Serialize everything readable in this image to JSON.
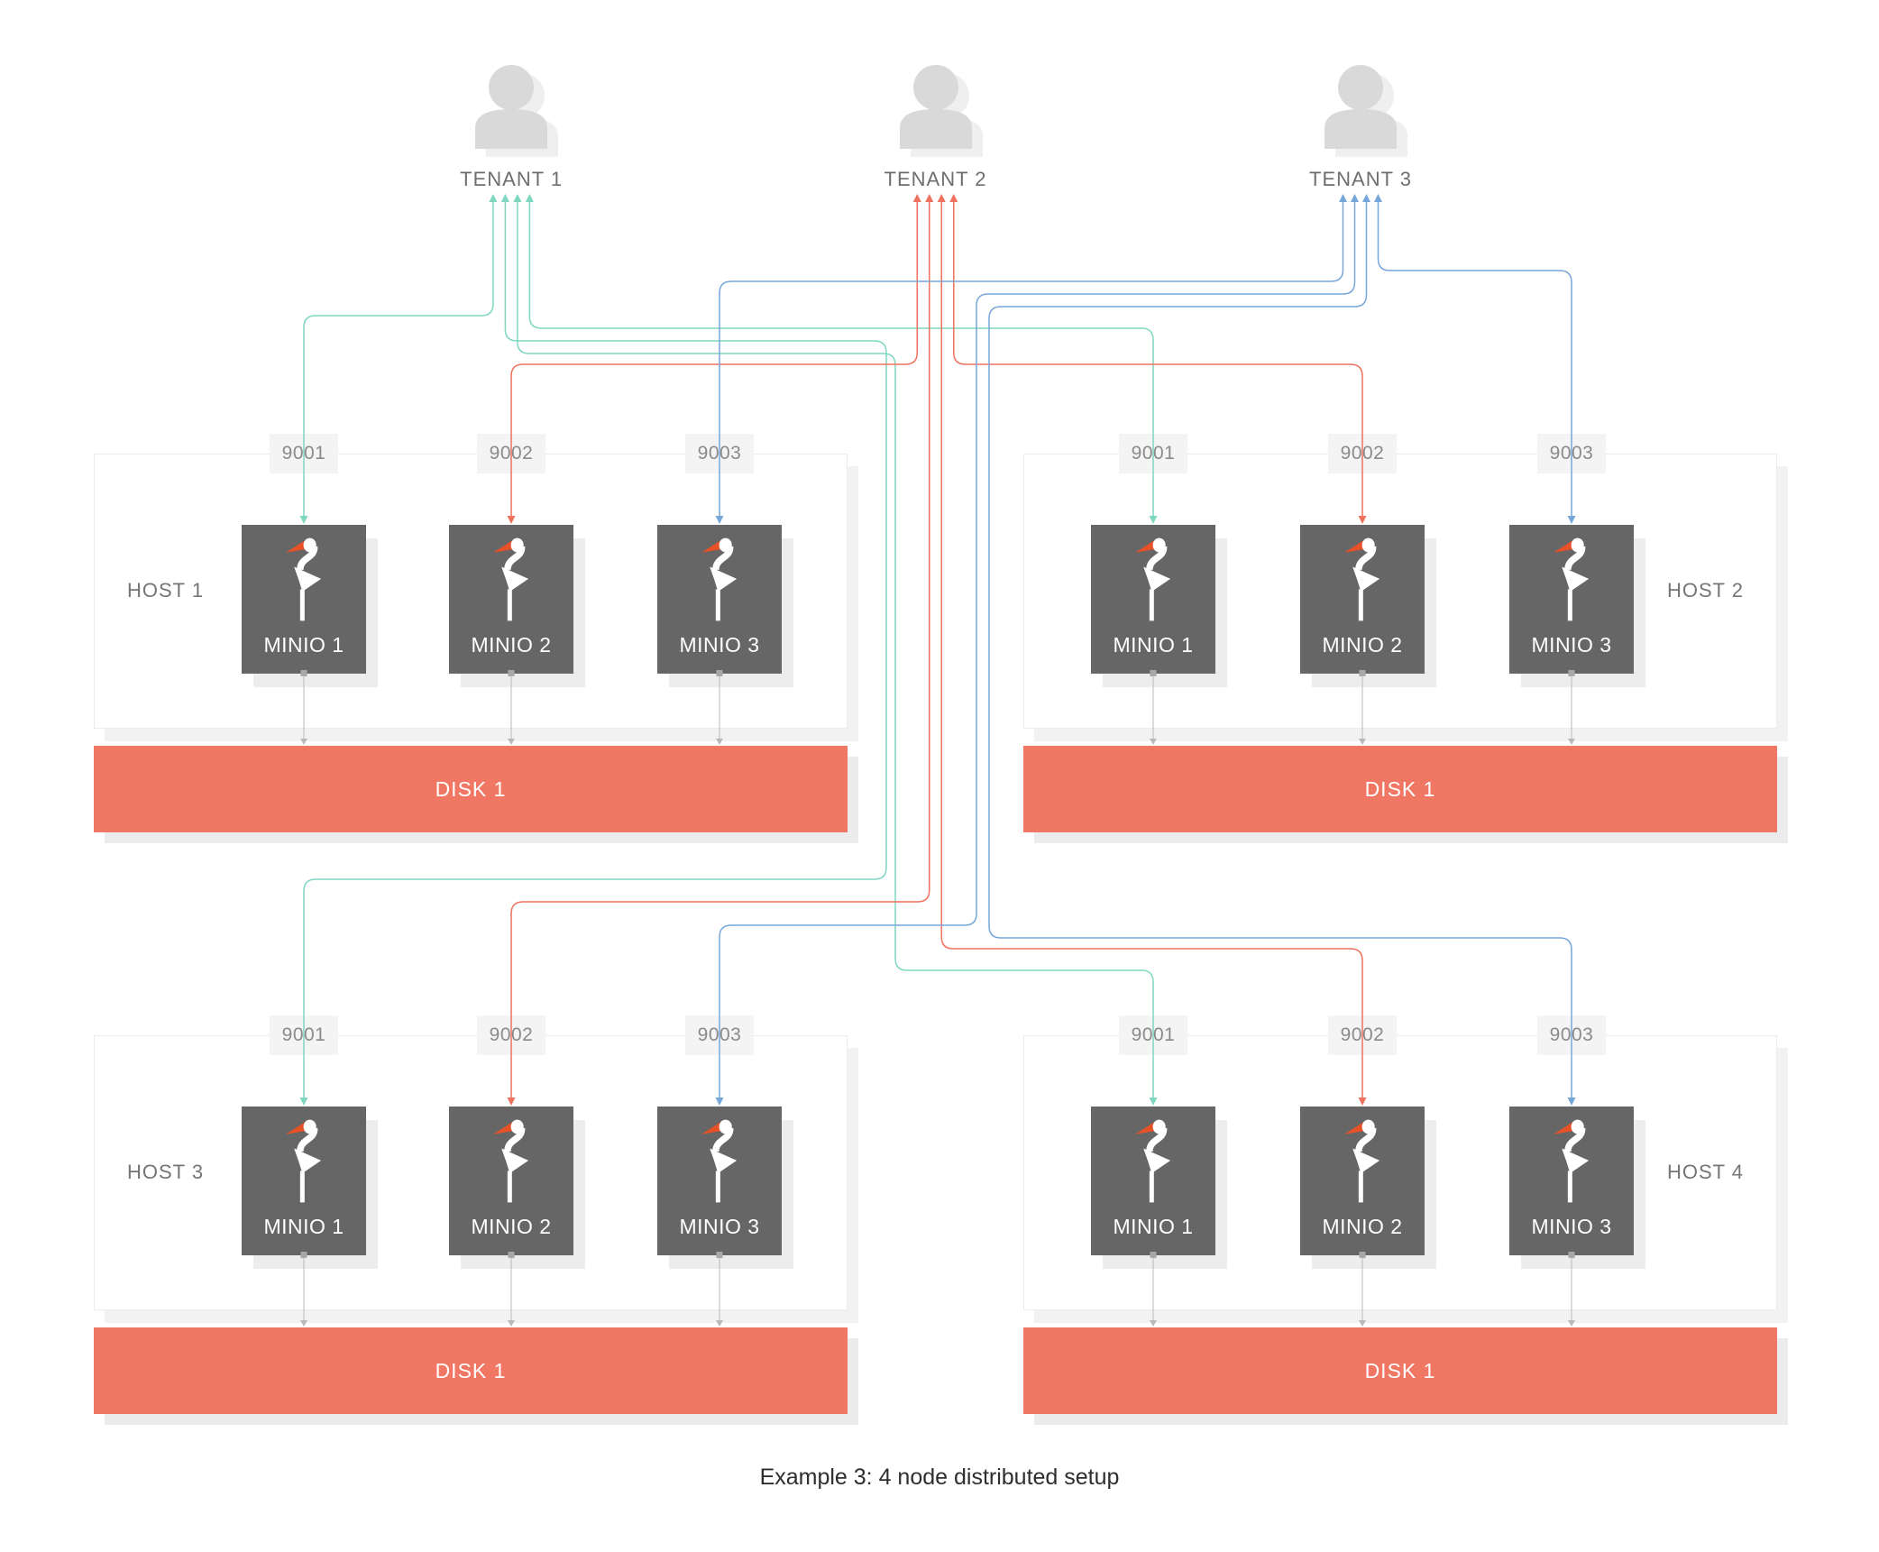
{
  "caption": "Example 3: 4 node distributed setup",
  "colors": {
    "tenant1_line": "#7fd7c2",
    "tenant2_line": "#f0715e",
    "tenant3_line": "#76a7da",
    "disk_fill": "#f07763",
    "minio_box_fill": "#666666",
    "minio_bird_body": "#ffffff",
    "minio_beak": "#e65127",
    "port_box_fill": "#f4f4f4",
    "port_text": "#8a8a8a",
    "host_label_text": "#757575",
    "tenant_label_text": "#6e6e6e",
    "tenant_icon_fill": "#d9d9d9",
    "minio_disk_line": "#b9b9b9"
  },
  "icons": {
    "tenant": "person-icon",
    "minio": "stork-logo-icon"
  },
  "tenants": [
    {
      "id": "tenant-1",
      "label": "TENANT 1"
    },
    {
      "id": "tenant-2",
      "label": "TENANT 2"
    },
    {
      "id": "tenant-3",
      "label": "TENANT 3"
    }
  ],
  "hosts": [
    {
      "id": "host-1",
      "label": "HOST 1",
      "ports": [
        "9001",
        "9002",
        "9003"
      ],
      "minio_nodes": [
        "MINIO 1",
        "MINIO 2",
        "MINIO 3"
      ],
      "disk_label": "DISK 1"
    },
    {
      "id": "host-2",
      "label": "HOST 2",
      "ports": [
        "9001",
        "9002",
        "9003"
      ],
      "minio_nodes": [
        "MINIO 1",
        "MINIO 2",
        "MINIO 3"
      ],
      "disk_label": "DISK 1"
    },
    {
      "id": "host-3",
      "label": "HOST 3",
      "ports": [
        "9001",
        "9002",
        "9003"
      ],
      "minio_nodes": [
        "MINIO 1",
        "MINIO 2",
        "MINIO 3"
      ],
      "disk_label": "DISK 1"
    },
    {
      "id": "host-4",
      "label": "HOST 4",
      "ports": [
        "9001",
        "9002",
        "9003"
      ],
      "minio_nodes": [
        "MINIO 1",
        "MINIO 2",
        "MINIO 3"
      ],
      "disk_label": "DISK 1"
    }
  ],
  "connections": [
    {
      "tenant": "tenant-1",
      "host": "host-1",
      "port": "9001"
    },
    {
      "tenant": "tenant-1",
      "host": "host-2",
      "port": "9001"
    },
    {
      "tenant": "tenant-1",
      "host": "host-3",
      "port": "9001"
    },
    {
      "tenant": "tenant-1",
      "host": "host-4",
      "port": "9001"
    },
    {
      "tenant": "tenant-2",
      "host": "host-1",
      "port": "9002"
    },
    {
      "tenant": "tenant-2",
      "host": "host-2",
      "port": "9002"
    },
    {
      "tenant": "tenant-2",
      "host": "host-3",
      "port": "9002"
    },
    {
      "tenant": "tenant-2",
      "host": "host-4",
      "port": "9002"
    },
    {
      "tenant": "tenant-3",
      "host": "host-1",
      "port": "9003"
    },
    {
      "tenant": "tenant-3",
      "host": "host-2",
      "port": "9003"
    },
    {
      "tenant": "tenant-3",
      "host": "host-3",
      "port": "9003"
    },
    {
      "tenant": "tenant-3",
      "host": "host-4",
      "port": "9003"
    }
  ]
}
